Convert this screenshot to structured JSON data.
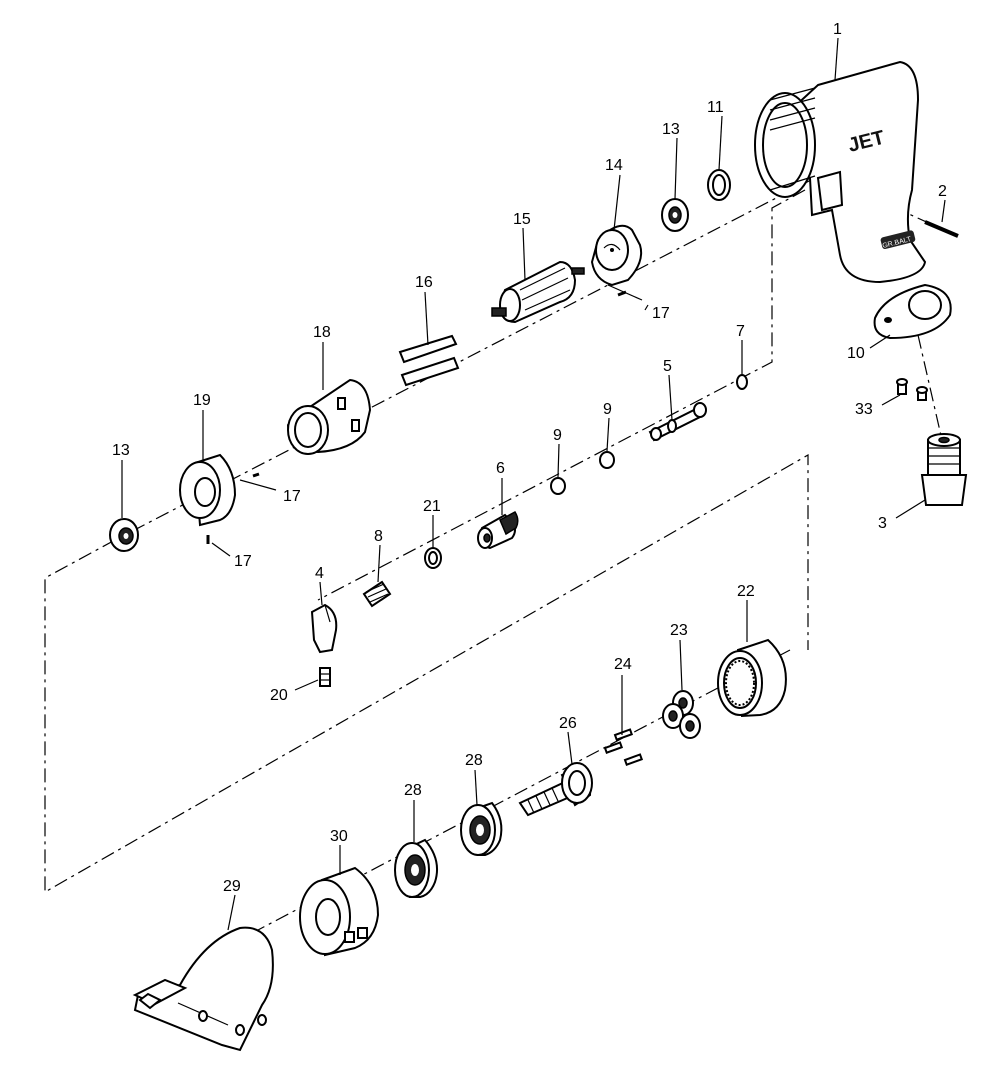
{
  "brand": {
    "logo_text": "JET",
    "grip_text": "GR.BALT"
  },
  "part_labels": {
    "p1": "1",
    "p2": "2",
    "p3": "3",
    "p4": "4",
    "p5": "5",
    "p6": "6",
    "p7": "7",
    "p8": "8",
    "p9a": "9",
    "p9b": "9",
    "p10": "10",
    "p11": "11",
    "p13a": "13",
    "p13b": "13",
    "p14": "14",
    "p15": "15",
    "p16": "16",
    "p17a": "17",
    "p17b": "17",
    "p17c": "17",
    "p18": "18",
    "p19": "19",
    "p20": "20",
    "p21": "21",
    "p22": "22",
    "p23": "23",
    "p24": "24",
    "p26": "26",
    "p28a": "28",
    "p28b": "28",
    "p29": "29",
    "p30": "30",
    "p33": "33"
  }
}
